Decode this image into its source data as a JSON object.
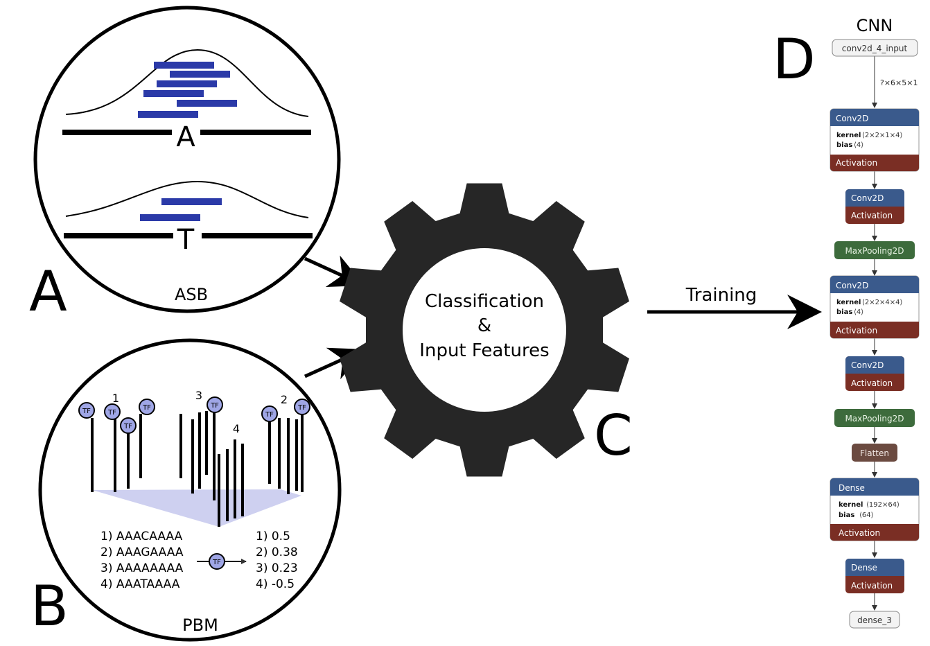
{
  "panels": {
    "a": {
      "letter": "A",
      "caption": "ASB",
      "allele_top": "A",
      "allele_bottom": "T"
    },
    "b": {
      "letter": "B",
      "caption": "PBM",
      "tf_label": "TF",
      "group_labels": [
        "1",
        "3",
        "4",
        "2"
      ],
      "sequences": [
        "1) AAACAAAA",
        "2) AAAGAAAA",
        "3) AAAAAAAA",
        "4) AAATAAAA"
      ],
      "scores": [
        "1) 0.5",
        "2) 0.38",
        "3) 0.23",
        "4) -0.5"
      ]
    },
    "c": {
      "letter": "C",
      "gear_line1": "Classification",
      "gear_line2": "&",
      "gear_line3": "Input Features"
    },
    "d": {
      "letter": "D",
      "title": "CNN"
    }
  },
  "edge_label": "Training",
  "cnn": {
    "input": "conv2d_4_input",
    "input_shape": "?×6×5×1",
    "output": "dense_3",
    "layers": {
      "conv1": {
        "name": "Conv2D",
        "kernel_label": "kernel",
        "kernel": "⟨2×2×1×4⟩",
        "bias_label": "bias",
        "bias": "⟨4⟩",
        "activation": "Activation"
      },
      "conv2": {
        "name": "Conv2D",
        "activation": "Activation"
      },
      "pool1": {
        "name": "MaxPooling2D"
      },
      "conv3": {
        "name": "Conv2D",
        "kernel_label": "kernel",
        "kernel": "⟨2×2×4×4⟩",
        "bias_label": "bias",
        "bias": "⟨4⟩",
        "activation": "Activation"
      },
      "conv4": {
        "name": "Conv2D",
        "activation": "Activation"
      },
      "pool2": {
        "name": "MaxPooling2D"
      },
      "flatten": {
        "name": "Flatten"
      },
      "dense1": {
        "name": "Dense",
        "kernel_label": "kernel",
        "kernel": "⟨192×64⟩",
        "bias_label": "bias",
        "bias": "⟨64⟩",
        "activation": "Activation"
      },
      "dense2": {
        "name": "Dense",
        "activation": "Activation"
      }
    }
  },
  "colors": {
    "conv_header": "#3a5a8c",
    "activation": "#7a2e24",
    "pooling": "#3d6b3c",
    "flatten": "#6b4a40",
    "read_bar": "#2b3aa8",
    "tf_fill": "#9fa6e6",
    "plane": "#c9cbee"
  }
}
